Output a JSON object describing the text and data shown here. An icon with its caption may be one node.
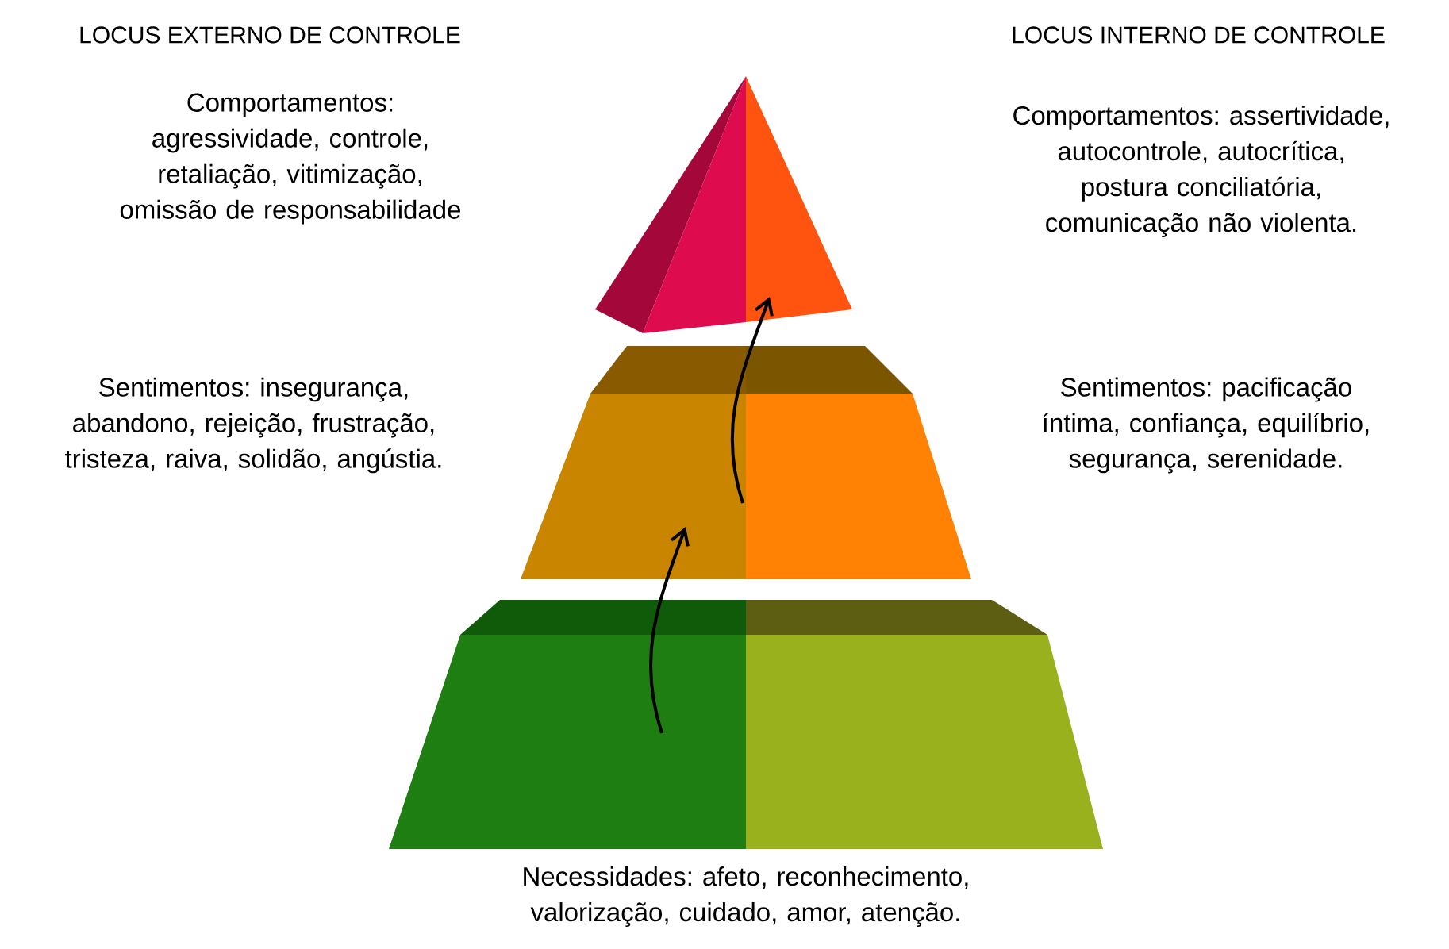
{
  "diagram": {
    "nodes": [
      {
        "text": [],
        "shape": "triangle"
      },
      {
        "text": [],
        "shape": "trapezoid",
        "beside": [
          "Sentimentos: insegurança, abandono, rejeição, frustração, tristeza, raiva, solidão, angústia.",
          "Sentimentos: pacificação íntima, confiança, equilíbrio, segurança, serenidade."
        ]
      },
      {
        "text": [],
        "shape": "trapezoid",
        "beside": [
          "Necessidades: afeto, reconhecimento, valorização, cuidado, amor, atenção."
        ]
      }
    ],
    "edges": [
      {
        "from": 2,
        "to": 1,
        "arrow": "to"
      },
      {
        "from": 1,
        "to": 0,
        "arrow": "to"
      }
    ],
    "labels": [
      "LOCUS EXTERNO DE CONTROLE",
      "LOCUS INTERNO DE CONTROLE",
      "Comportamentos: agressividade, controle, retaliação, vitimização, omissão de responsabilidade",
      "Comportamentos: assertividade, autocontrole, autocrítica, postura conciliatória, comunicação não violenta."
    ]
  }
}
